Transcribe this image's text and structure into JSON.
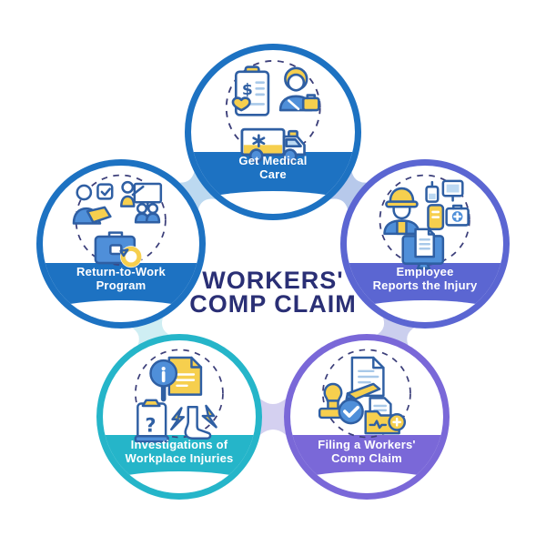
{
  "title": {
    "line1": "WORKERS'",
    "line2": "COMP CLAIM",
    "color": "#2a2f75"
  },
  "steps": [
    {
      "name": "get-medical-care",
      "label_line1": "Get Medical",
      "label_line2": "Care",
      "color": "#1d72c2",
      "icons": [
        "medical-bill-icon",
        "doctor-icon",
        "ambulance-icon"
      ]
    },
    {
      "name": "employee-reports-the-injury",
      "label_line1": "Employee",
      "label_line2": "Reports the Injury",
      "color": "#5b66d2",
      "icons": [
        "injured-worker-icon",
        "medical-equipment-icon",
        "report-document-icon"
      ]
    },
    {
      "name": "filing-a-workers-comp-claim",
      "label_line1": "Filing a Workers'",
      "label_line2": "Comp Claim",
      "color": "#7a68d8",
      "icons": [
        "signed-document-icon",
        "approval-stamp-icon",
        "approved-check-icon",
        "claim-folder-icon"
      ]
    },
    {
      "name": "investigations-of-workplace-injuries",
      "label_line1": "Investigations of",
      "label_line2": "Workplace Injuries",
      "color": "#25b5c9",
      "icons": [
        "inspection-report-icon",
        "question-clipboard-icon",
        "injured-foot-icon"
      ]
    },
    {
      "name": "return-to-work-program",
      "label_line1": "Return-to-Work",
      "label_line2": "Program",
      "color": "#1d72c2",
      "icons": [
        "employee-checklist-icon",
        "training-presentation-icon",
        "work-return-briefcase-icon"
      ]
    }
  ],
  "connectors": [
    {
      "name": "connector-top-left",
      "color": "#bcd9f0"
    },
    {
      "name": "connector-top-right",
      "color": "#b7c9eb"
    },
    {
      "name": "connector-left-bottom",
      "color": "#cfeef3"
    },
    {
      "name": "connector-right-bottom",
      "color": "#cbcfee"
    },
    {
      "name": "connector-bottom-middle",
      "color": "#d4d0f0"
    }
  ],
  "palette": {
    "outline": "#2f5fa3",
    "blue": "#4f8fd9",
    "lightblue": "#bcd9f2",
    "docline": "#a9c9e9",
    "yellow": "#f6cf4e",
    "indigo": "#3c3f7a"
  }
}
